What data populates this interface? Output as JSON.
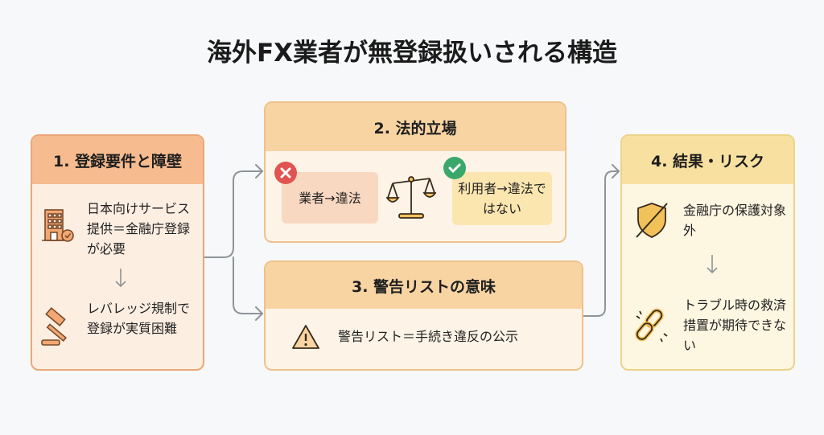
{
  "title": "海外FX業者が無登録扱いされる構造",
  "step1": {
    "heading": "1. 登録要件と障壁",
    "item1": "日本向けサービス提供＝金融庁登録が必要",
    "item2": "レバレッジ規制で登録が実質困難"
  },
  "step2": {
    "heading": "2. 法的立場",
    "broker": "業者→違法",
    "user": "利用者→違法ではない"
  },
  "step3": {
    "heading": "3. 警告リストの意味",
    "item": "警告リスト＝手続き違反の公示"
  },
  "step4": {
    "heading": "4. 結果・リスク",
    "item1": "金融庁の保護対象外",
    "item2": "トラブル時の救済措置が期待できない"
  },
  "colors": {
    "orange": "#f6bb8e",
    "amber": "#f8d4a3",
    "yellow": "#f8e1a0",
    "icon": "#e8924f",
    "gold": "#f2c25a"
  }
}
